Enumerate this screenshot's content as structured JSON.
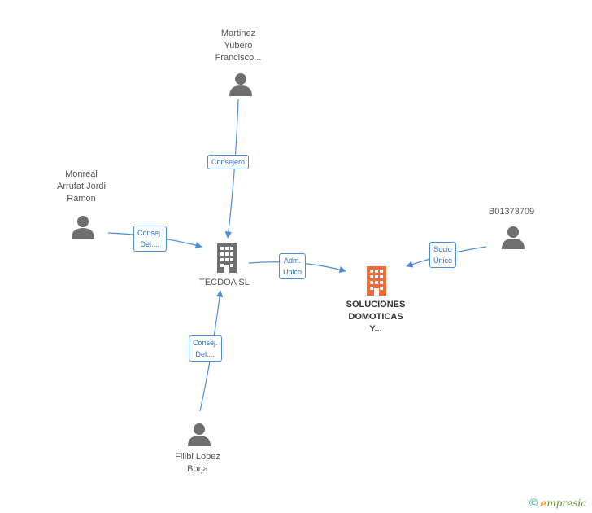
{
  "nodes": {
    "martinez": {
      "lines": [
        "Martinez",
        "Yubero",
        "Francisco..."
      ]
    },
    "monreal": {
      "lines": [
        "Monreal",
        "Arrufat Jordi",
        "Ramon"
      ]
    },
    "b013": {
      "lines": [
        "B01373709"
      ]
    },
    "tecdoa": {
      "lines": [
        "TECDOA SL"
      ]
    },
    "soluciones": {
      "lines": [
        "SOLUCIONES",
        "DOMOTICAS",
        "Y..."
      ]
    },
    "filibi": {
      "lines": [
        "Filibi Lopez",
        "Borja"
      ]
    }
  },
  "edges": {
    "consejero": {
      "lines": [
        "Consejero"
      ]
    },
    "consej_del_1": {
      "lines": [
        "Consej.",
        "Del...."
      ]
    },
    "adm_unico": {
      "lines": [
        "Adm.",
        "Unico"
      ]
    },
    "socio_unico": {
      "lines": [
        "Socio",
        "Único"
      ]
    },
    "consej_del_2": {
      "lines": [
        "Consej.",
        "Del...."
      ]
    }
  },
  "footer": {
    "copyright": "©",
    "brand_initial": "e",
    "brand_rest": "mpresia"
  },
  "colors": {
    "person": "#6e6e6e",
    "company": "#6e6e6e",
    "main_company": "#f26a3a",
    "edge": "#4a8fd8"
  }
}
